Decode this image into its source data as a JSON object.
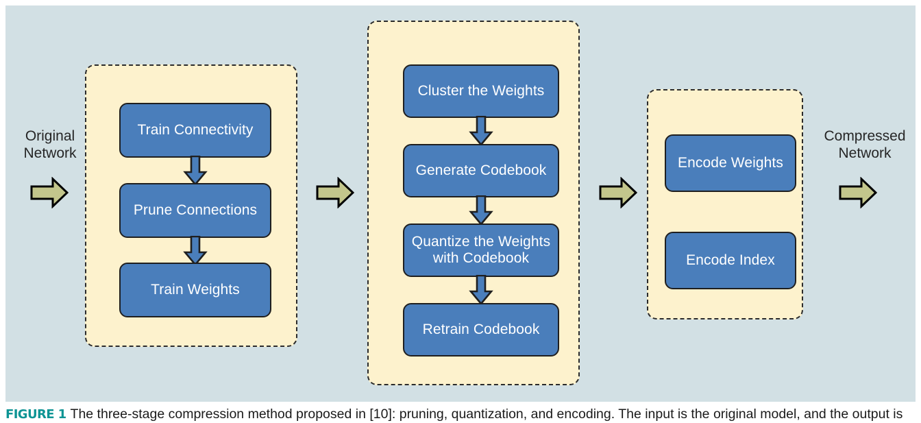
{
  "figure": {
    "background_color": "#d2e0e4",
    "panel_fill_color": "#fdf2cd",
    "box_fill_color": "#4a7ebb",
    "arrow_fill_color": "#c3c68c",
    "caption_accent_color": "#0d9494",
    "caption_label": "FIGURE 1",
    "caption_text": "The three-stage compression method proposed in [10]: pruning, quantization, and encoding. The input is the original model, and the output is"
  },
  "io_labels": {
    "input": "Original\nNetwork",
    "input_line1": "Original",
    "input_line2": "Network",
    "output_line1": "Compressed",
    "output_line2": "Network"
  },
  "stages": [
    {
      "id": "pruning",
      "boxes": [
        {
          "id": "train-connectivity",
          "label": "Train Connectivity"
        },
        {
          "id": "prune-connections",
          "label": "Prune Connections"
        },
        {
          "id": "train-weights",
          "label": "Train Weights"
        }
      ]
    },
    {
      "id": "quantization",
      "boxes": [
        {
          "id": "cluster-weights",
          "label": "Cluster the Weights"
        },
        {
          "id": "generate-codebook",
          "label": "Generate Codebook"
        },
        {
          "id": "quantize-weights",
          "label": "Quantize the Weights\nwith Codebook",
          "label_line1": "Quantize the Weights",
          "label_line2": "with Codebook"
        },
        {
          "id": "retrain-codebook",
          "label": "Retrain Codebook"
        }
      ]
    },
    {
      "id": "encoding",
      "boxes": [
        {
          "id": "encode-weights",
          "label": "Encode Weights"
        },
        {
          "id": "encode-index",
          "label": "Encode Index"
        }
      ]
    }
  ]
}
